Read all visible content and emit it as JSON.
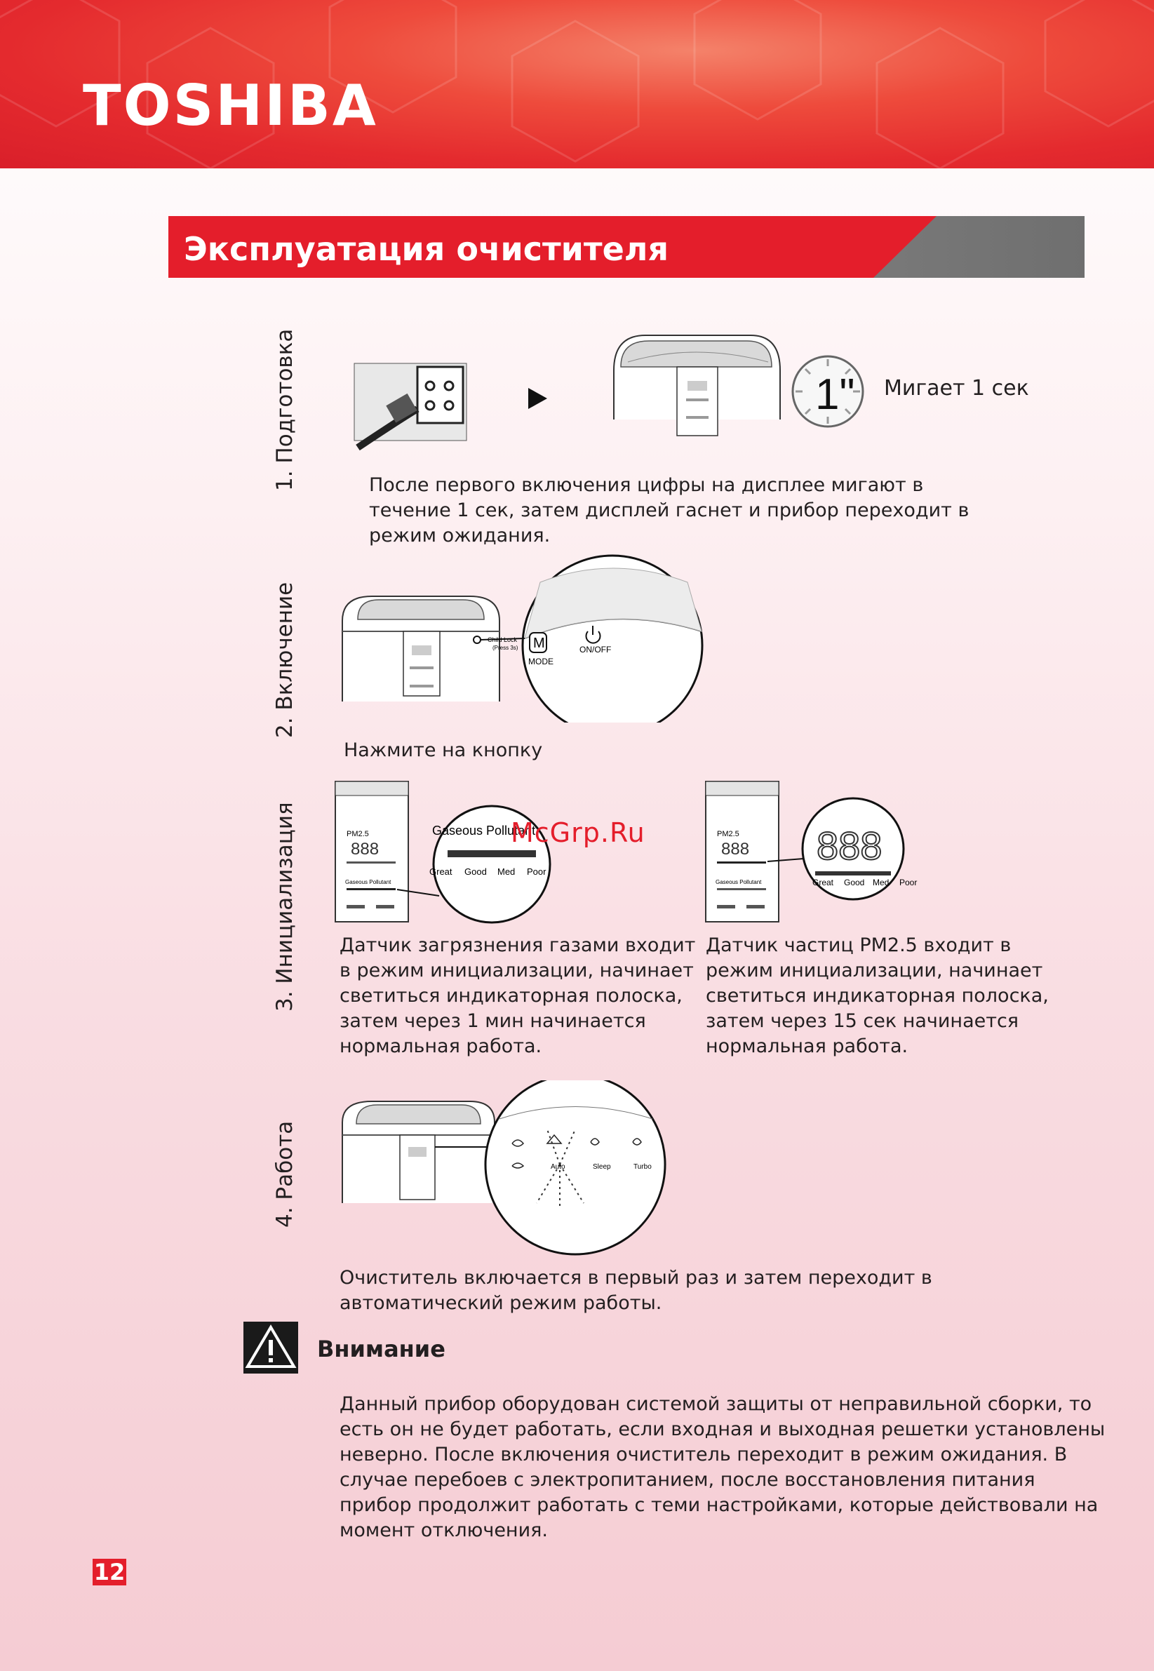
{
  "brand": "TOSHIBA",
  "section_title": "Эксплуатация очистителя",
  "steps": [
    {
      "label": "1.  Подготовка"
    },
    {
      "label": "2. Включение"
    },
    {
      "label": "3. Инициализация"
    },
    {
      "label": "4. Работа"
    }
  ],
  "step1": {
    "blink_text": "Мигает 1 сек",
    "timer_digit": "1\"",
    "description": [
      "После первого включения цифры на дисплее мигают в",
      "течение 1 сек, затем дисплей гаснет и прибор переходит в",
      "режим ожидания."
    ]
  },
  "step2": {
    "mode_label": "MODE",
    "onoff_label": "ON/OFF",
    "mode_letter": "M",
    "childlock": "Child Lock",
    "press": "(Press 3s)",
    "description": "Нажмите на кнопку"
  },
  "step3": {
    "left_zoom_title": "Gaseous Pollutant",
    "scale": [
      "Great",
      "Good",
      "Med",
      "Poor"
    ],
    "panel_pm": "PM2.5",
    "panel_digits": "888",
    "panel_gas": "Gaseous Pollutant",
    "right_zoom_digits": "888",
    "left_description": [
      "Датчик загрязнения газами входит",
      "в режим инициализации, начинает",
      "светиться индикаторная полоска,",
      "затем через 1 мин начинается",
      "нормальная работа."
    ],
    "right_description": [
      " Датчик частиц PM2.5 входит в",
      "режим инициализации, начинает",
      "светиться индикаторная полоска,",
      "затем через 15 сек начинается",
      "нормальная работа."
    ]
  },
  "step4": {
    "mode_labels": [
      "Auto",
      "Sleep",
      "Turbo"
    ],
    "description": [
      "Очиститель включается в первый раз и затем переходит в",
      "автоматический режим работы."
    ]
  },
  "watermark": "McGrp.Ru",
  "warning": {
    "title": "Внимание",
    "body": [
      "Данный прибор оборудован системой защиты от неправильной сборки, то",
      "есть он не будет работать, если входная и выходная решетки установлены",
      "неверно. После включения очиститель переходит в режим ожидания. В",
      "случае перебоев с электропитанием, после восстановления питания",
      "прибор продолжит работать с теми настройками, которые действовали на",
      "момент отключения."
    ]
  },
  "page_number": "12",
  "colors": {
    "brand_red": "#e41e2b",
    "bar_gray": "#7a7a7a"
  }
}
